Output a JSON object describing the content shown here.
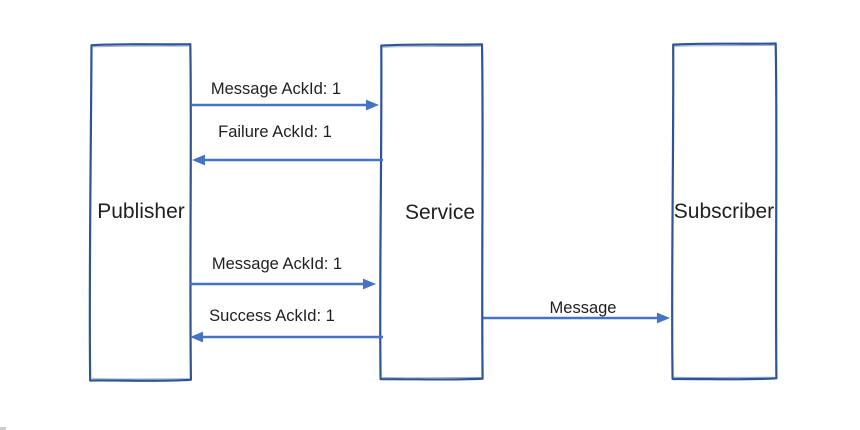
{
  "diagram": {
    "type": "message-flow",
    "actors": [
      {
        "id": "publisher",
        "label": "Publisher"
      },
      {
        "id": "service",
        "label": "Service"
      },
      {
        "id": "subscriber",
        "label": "Subscriber"
      }
    ],
    "messages": [
      {
        "label": "Message AckId: 1",
        "from": "Publisher",
        "to": "Service",
        "direction": "right"
      },
      {
        "label": "Failure AckId: 1",
        "from": "Service",
        "to": "Publisher",
        "direction": "left"
      },
      {
        "label": "Message AckId: 1",
        "from": "Publisher",
        "to": "Service",
        "direction": "right"
      },
      {
        "label": "Success AckId: 1",
        "from": "Service",
        "to": "Publisher",
        "direction": "left"
      },
      {
        "label": "Message",
        "from": "Service",
        "to": "Subscriber",
        "direction": "right"
      }
    ],
    "colors": {
      "box_border": "#2f5496",
      "arrow": "#4472c4",
      "text": "#1f1f1f",
      "background": "#ffffff"
    }
  }
}
